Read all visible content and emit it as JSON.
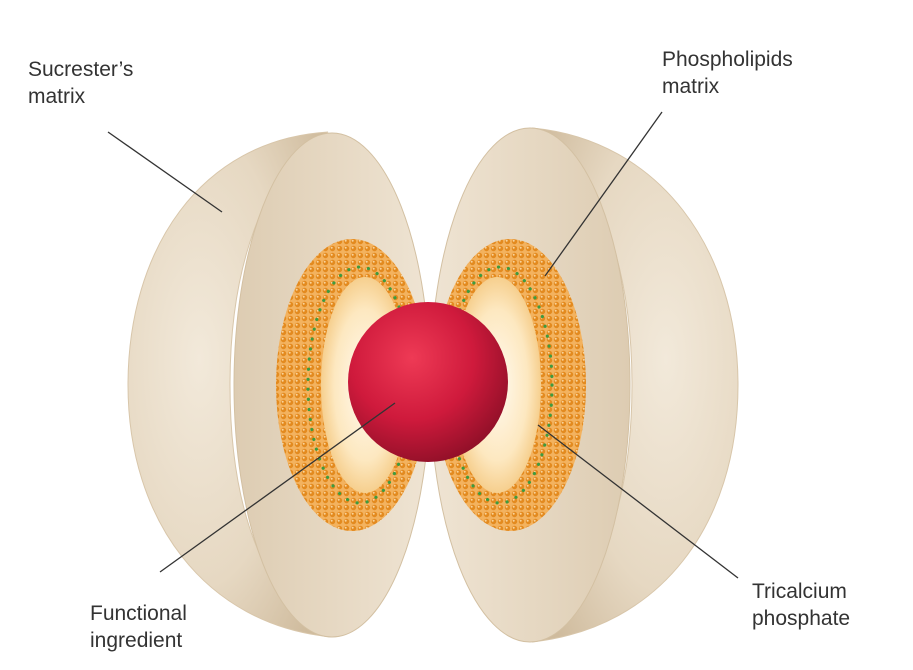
{
  "labels": {
    "sucrester_matrix": [
      "Sucrester’s",
      "matrix"
    ],
    "phospholipids_matrix": [
      "Phospholipids",
      "matrix"
    ],
    "functional_ingredient": [
      "Functional",
      "ingredient"
    ],
    "tricalcium_phosphate": [
      "Tricalcium",
      "phosphate"
    ]
  },
  "colors": {
    "outer_shell": "#e9ddca",
    "outer_shell_edge": "#c9b597",
    "inner_shell": "#f0e4d0",
    "phospholipid_layer": "#f0a544",
    "phospholipid_dot": "#e89022",
    "tricalcium_dots": "#3f9a3f",
    "core_glow": "#fff3d8",
    "functional_core": "#d01a3c",
    "leader_line": "#333333",
    "label_text": "#333333"
  }
}
